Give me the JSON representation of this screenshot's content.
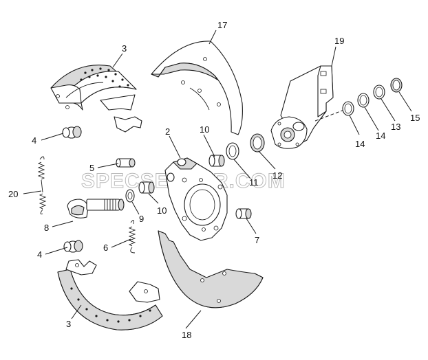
{
  "watermark": "SPECSERVER.COM",
  "callouts": {
    "c3a": "3",
    "c3b": "3",
    "c4a": "4",
    "c4b": "4",
    "c5": "5",
    "c6": "6",
    "c7": "7",
    "c8": "8",
    "c9": "9",
    "c10a": "10",
    "c10b": "10",
    "c11": "11",
    "c12": "12",
    "c13": "13",
    "c14a": "14",
    "c14b": "14",
    "c15": "15",
    "c17": "17",
    "c18": "18",
    "c19": "19",
    "c2": "2",
    "c20": "20"
  }
}
